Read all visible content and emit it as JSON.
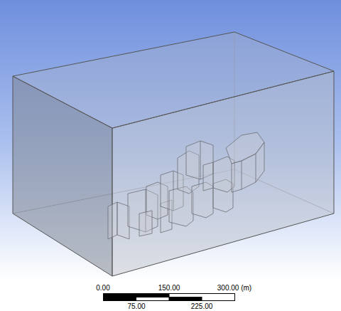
{
  "diagram": {
    "labels": [
      "0.00",
      "150.00",
      "300.00 (m)",
      "75.00",
      "225.00"
    ]
  }
}
